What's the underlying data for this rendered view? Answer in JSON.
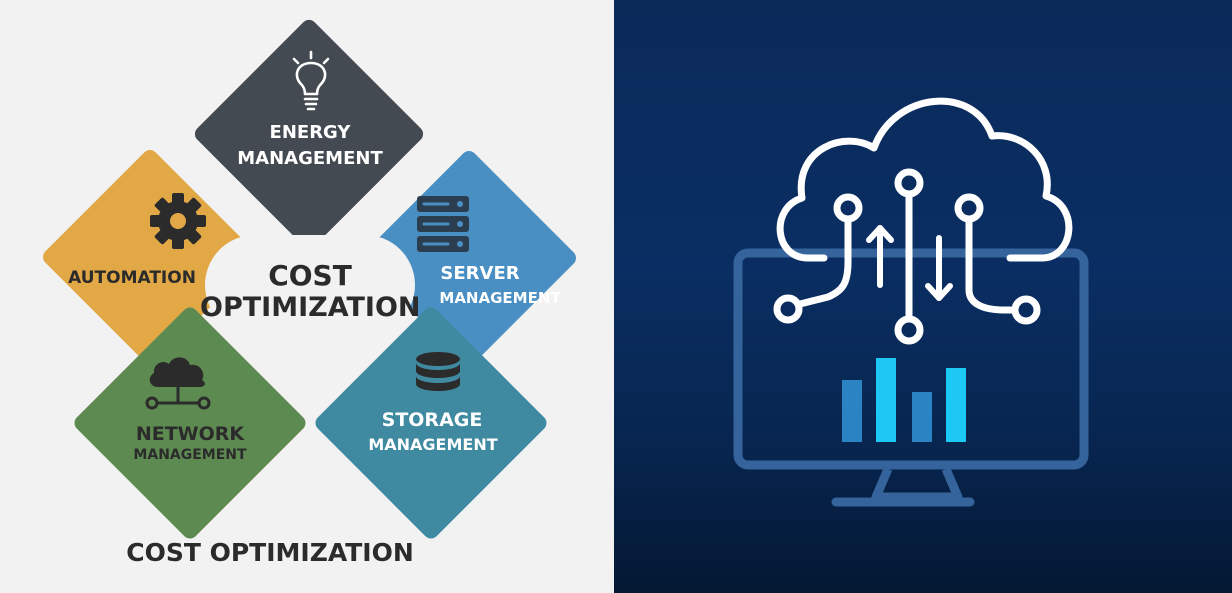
{
  "diagram": {
    "center": {
      "line1": "COST",
      "line2": "OPTIMIZATION"
    },
    "caption": "COST OPTIMIZATION",
    "segments": [
      {
        "id": "energy",
        "line1": "ENERGY",
        "line2": "MANAGEMENT",
        "icon": "lightbulb-icon",
        "color": "#434a51"
      },
      {
        "id": "automation",
        "line1": "AUTOMATION",
        "icon": "gear-icon",
        "color": "#e3a846"
      },
      {
        "id": "server",
        "line1": "SERVER",
        "line2": "MANAGEMENT",
        "icon": "server-rack-icon",
        "color": "#4a8fc4"
      },
      {
        "id": "network",
        "line1": "NETWORK",
        "line2": "MANAGEMENT",
        "icon": "cloud-network-icon",
        "color": "#5d8a50"
      },
      {
        "id": "storage",
        "line1": "STORAGE",
        "line2": "MANAGEMENT",
        "icon": "database-icon",
        "color": "#3f8aa1"
      }
    ]
  },
  "illustration": {
    "icons": [
      "cloud-circuit-icon",
      "upload-arrow-icon",
      "download-arrow-icon",
      "monitor-icon",
      "bar-chart-icon"
    ],
    "background_color": "#0a2a5a",
    "accent_color": "#1ec8f5"
  }
}
